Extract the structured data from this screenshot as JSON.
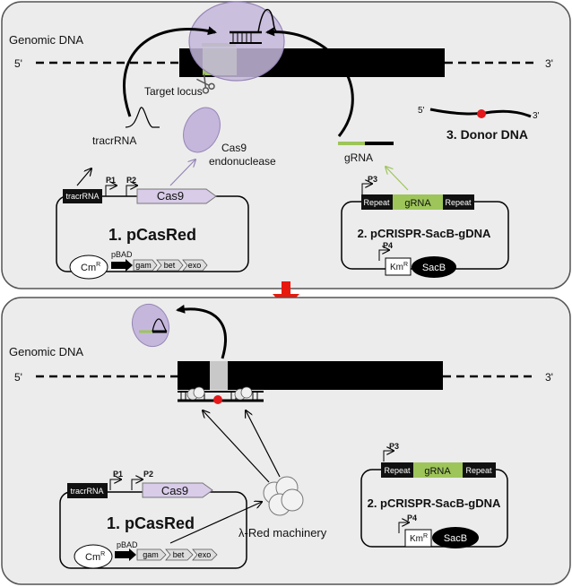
{
  "colors": {
    "panel_bg": "#ececec",
    "panel_border": "#555555",
    "dna_black": "#000000",
    "green": "#9dc55a",
    "cas9_lilac": "#c5b7dc",
    "cas9_border": "#9585b5",
    "arrow_red": "#e8190e",
    "donor_dot": "#e3191c",
    "grey_patch": "#c8c8c8"
  },
  "panel_top": {
    "genomic_label": "Genomic DNA",
    "five_prime": "5'",
    "three_prime": "3'",
    "target_locus": "Target locus",
    "tracrrna_label": "tracrRNA",
    "cas9_label_line1": "Cas9",
    "cas9_label_line2": "endonuclease",
    "grna_label": "gRNA",
    "donor_label": "3. Donor DNA",
    "donor_5": "5'",
    "donor_3": "3'",
    "plasmid1": {
      "title": "1. pCasRed",
      "tracr_box": "tracrRNA",
      "p1": "P1",
      "p2": "P2",
      "cas9_box": "Cas9",
      "cm": "Cm",
      "cm_sup": "R",
      "pbad": "pBAD",
      "gam": "gam",
      "bet": "bet",
      "exo": "exo"
    },
    "plasmid2": {
      "title": "2. pCRISPR-SacB-gDNA",
      "p3": "P3",
      "repeat_left": "Repeat",
      "grna_box": "gRNA",
      "repeat_right": "Repeat",
      "p4": "P4",
      "km": "Km",
      "km_sup": "R",
      "sacb": "SacB"
    }
  },
  "panel_bottom": {
    "genomic_label": "Genomic DNA",
    "five_prime": "5'",
    "three_prime": "3'",
    "red_machinery": "λ-Red machinery",
    "plasmid1": {
      "title": "1. pCasRed",
      "tracr_box": "tracrRNA",
      "p1": "P1",
      "p2": "P2",
      "cas9_box": "Cas9",
      "cm": "Cm",
      "cm_sup": "R",
      "pbad": "pBAD",
      "gam": "gam",
      "bet": "bet",
      "exo": "exo"
    },
    "plasmid2": {
      "title": "2. pCRISPR-SacB-gDNA",
      "p3": "P3",
      "repeat_left": "Repeat",
      "grna_box": "gRNA",
      "repeat_right": "Repeat",
      "p4": "P4",
      "km": "Km",
      "km_sup": "R",
      "sacb": "SacB"
    }
  }
}
